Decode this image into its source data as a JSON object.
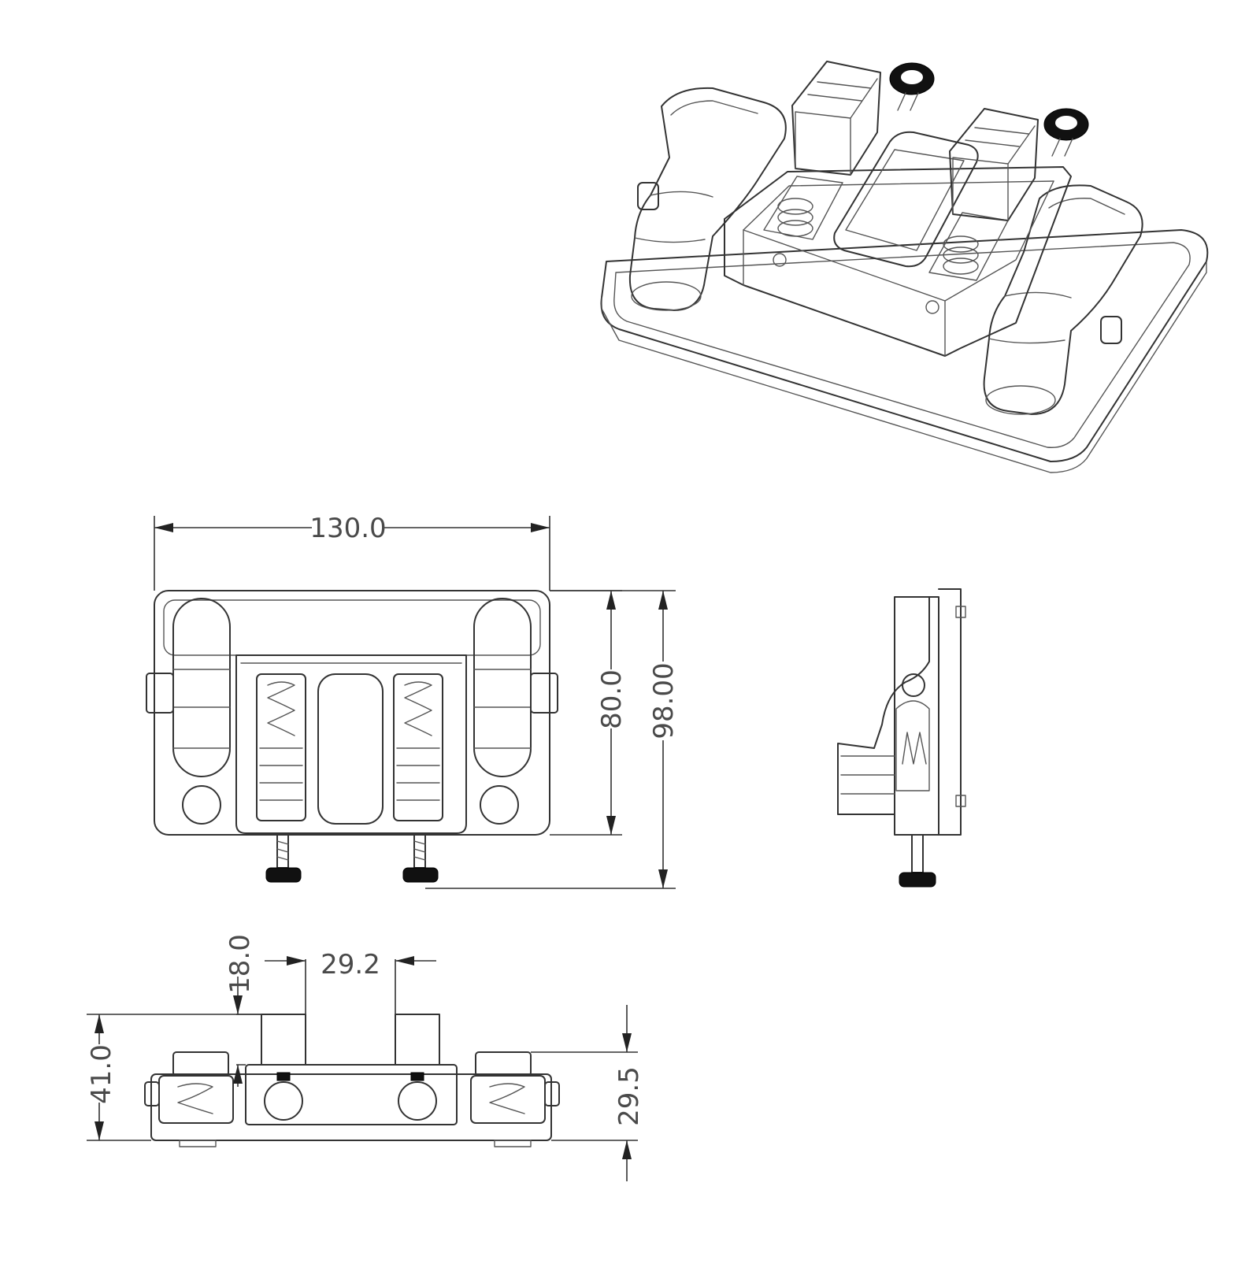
{
  "dimensions": {
    "front_width": "130.0",
    "front_height_body": "80.0",
    "front_height_total": "98.00",
    "bottom_jaw_height": "18.0",
    "bottom_jaw_gap": "29.2",
    "bottom_total_height": "41.0",
    "bottom_body_height": "29.5"
  },
  "colors": {
    "line": "#333333",
    "text": "#4a4a4a",
    "knob": "#111111",
    "background": "#ffffff"
  }
}
